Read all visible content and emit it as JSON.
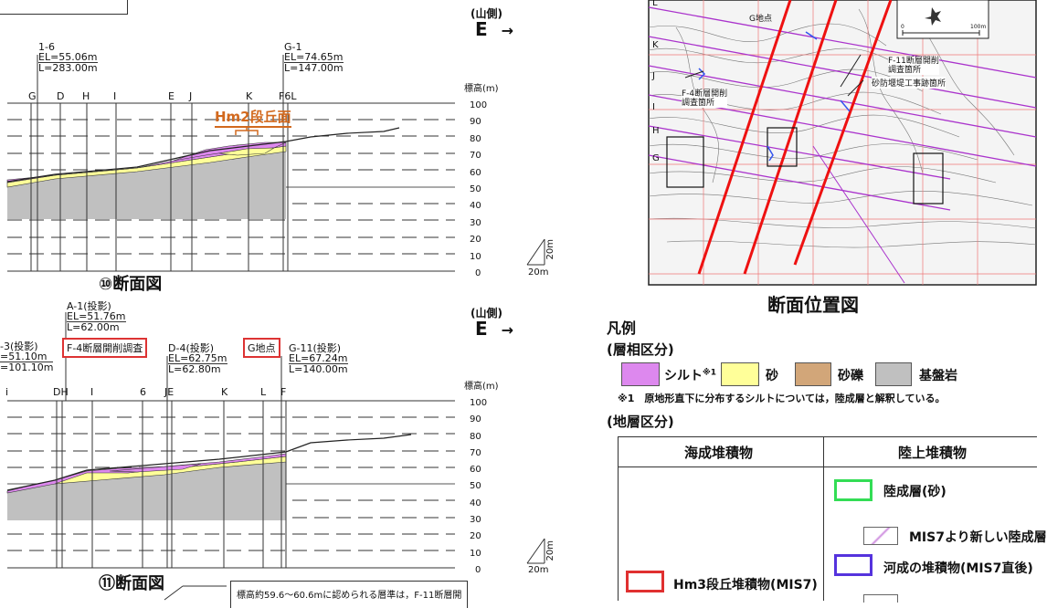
{
  "top_section": {
    "direction_label": "(山側)",
    "direction_letter": "E",
    "arrow": "→",
    "boreholes": [
      {
        "name": "1-6",
        "el": "EL=55.06m",
        "l": "L=283.00m"
      },
      {
        "name": "G-1",
        "el": "EL=74.65m",
        "l": "L=147.00m"
      }
    ],
    "line_labels": [
      "G",
      "D",
      "H",
      "I",
      "E",
      "J",
      "K",
      "F6L"
    ],
    "annotation": "Hm2段丘面",
    "elevation_title": "標高(m)",
    "elevations": [
      "100",
      "90",
      "80",
      "70",
      "60",
      "50",
      "40",
      "30",
      "20",
      "10",
      "0"
    ],
    "scale_v": "20m",
    "scale_h": "20m",
    "caption": "⑩断面図"
  },
  "bottom_section": {
    "direction_label": "(山側)",
    "direction_letter": "E",
    "arrow": "→",
    "boreholes": [
      {
        "name": "-3(投影)",
        "el": "=51.10m",
        "l": "=101.10m"
      },
      {
        "name": "A-1(投影)",
        "el": "EL=51.76m",
        "l": "L=62.00m"
      },
      {
        "name": "D-4(投影)",
        "el": "EL=62.75m",
        "l": "L=62.80m"
      },
      {
        "name": "G-11(投影)",
        "el": "EL=67.24m",
        "l": "L=140.00m"
      }
    ],
    "boxed_labels": [
      "F-4断層開削調査",
      "G地点"
    ],
    "line_labels": [
      "DH",
      "I",
      "6",
      "JE",
      "K",
      "L",
      "F"
    ],
    "edge_label": "i",
    "elevation_title": "標高(m)",
    "elevations": [
      "100",
      "90",
      "80",
      "70",
      "60",
      "50",
      "40",
      "30",
      "20",
      "10",
      "0"
    ],
    "scale_v": "20m",
    "scale_h": "20m",
    "caption": "⑪断面図",
    "note": "標高約59.6～60.6mに認められる層準は，F-11断層開"
  },
  "map": {
    "caption": "断面位置図",
    "labels": {
      "g_point": "G地点",
      "f11": "F-11断層開削\n調査箇所",
      "sediment_work": "砂防堰堤工事跡箇所",
      "f4": "F-4断層開削\n調査箇所",
      "scale_zero": "0",
      "scale_end": "100m"
    },
    "section_letters": [
      "L",
      "K",
      "J",
      "I",
      "H",
      "G"
    ]
  },
  "legend": {
    "title": "凡例",
    "facies_title": "(層相区分)",
    "facies": [
      {
        "label": "シルト",
        "sup": "※1",
        "color": "#dd88ee"
      },
      {
        "label": "砂",
        "sup": "",
        "color": "#ffff99"
      },
      {
        "label": "砂礫",
        "sup": "",
        "color": "#d2a679"
      },
      {
        "label": "基盤岩",
        "sup": "",
        "color": "#c0c0c0"
      }
    ],
    "footnote": "※1　原地形直下に分布するシルトについては，陸成層と解釈している。",
    "strata_title": "(地層区分)",
    "table_headers": [
      "海成堆積物",
      "陸上堆積物"
    ],
    "marine": [
      {
        "label": "Hm3段丘堆積物(MIS7)",
        "color": "#e03030"
      }
    ],
    "terrestrial": [
      {
        "label": "陸成層(砂)",
        "color": "#33dd55"
      },
      {
        "label": "MIS7より新しい陸成層",
        "color": "#cc88dd"
      },
      {
        "label": "河成の堆積物(MIS7直後)",
        "color": "#5533dd"
      }
    ]
  },
  "colors": {
    "silt": "#dd88ee",
    "sand": "#ffff99",
    "gravel": "#d2a679",
    "bedrock": "#c0c0c0",
    "annotation": "#d2691e",
    "box_red": "#dd3333",
    "section_line": "#aa33cc",
    "fault_red": "#ee1111"
  }
}
